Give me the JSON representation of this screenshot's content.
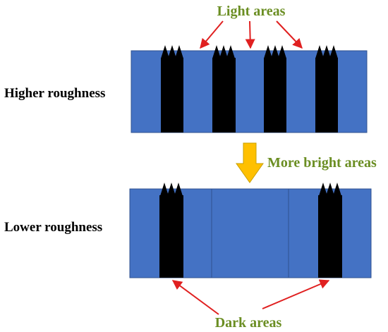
{
  "labels": {
    "light_areas": "Light areas",
    "higher_roughness": "Higher roughness",
    "more_bright_areas": "More bright areas",
    "lower_roughness": "Lower roughness",
    "dark_areas": "Dark areas"
  },
  "colors": {
    "block_fill": "#4472c4",
    "block_stroke": "#2f528f",
    "dark_strip": "#000000",
    "arrow_red": "#e02020",
    "arrow_down": "#ffc000",
    "label_green": "#6b8e23"
  },
  "icons": {
    "down_arrow": "block-down-arrow-icon",
    "spikes": "triangle-spikes-icon"
  }
}
